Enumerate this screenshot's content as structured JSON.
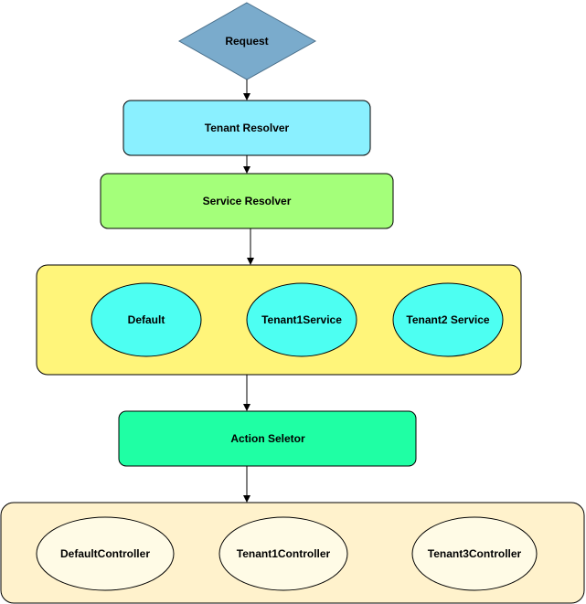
{
  "nodes": {
    "request": {
      "label": "Request",
      "fill": "#7aabcc",
      "stroke": "#4a6f8a"
    },
    "tenant_resolver": {
      "label": "Tenant Resolver",
      "fill": "#8af0ff"
    },
    "service_resolver": {
      "label": "Service Resolver",
      "fill": "#a4ff7a"
    },
    "services_group": {
      "fill": "#fff57a",
      "items": [
        {
          "label": "Default"
        },
        {
          "label": "Tenant1Service"
        },
        {
          "label": "Tenant2 Service"
        }
      ],
      "item_fill": "#4dfff2"
    },
    "action_selector": {
      "label": "Action Seletor",
      "fill": "#1fffa4"
    },
    "controllers_group": {
      "fill": "#fff2cc",
      "items": [
        {
          "label": "DefaultController"
        },
        {
          "label": "Tenant1Controller"
        },
        {
          "label": "Tenant3Controller"
        }
      ],
      "item_fill": "#fffbe6"
    }
  }
}
